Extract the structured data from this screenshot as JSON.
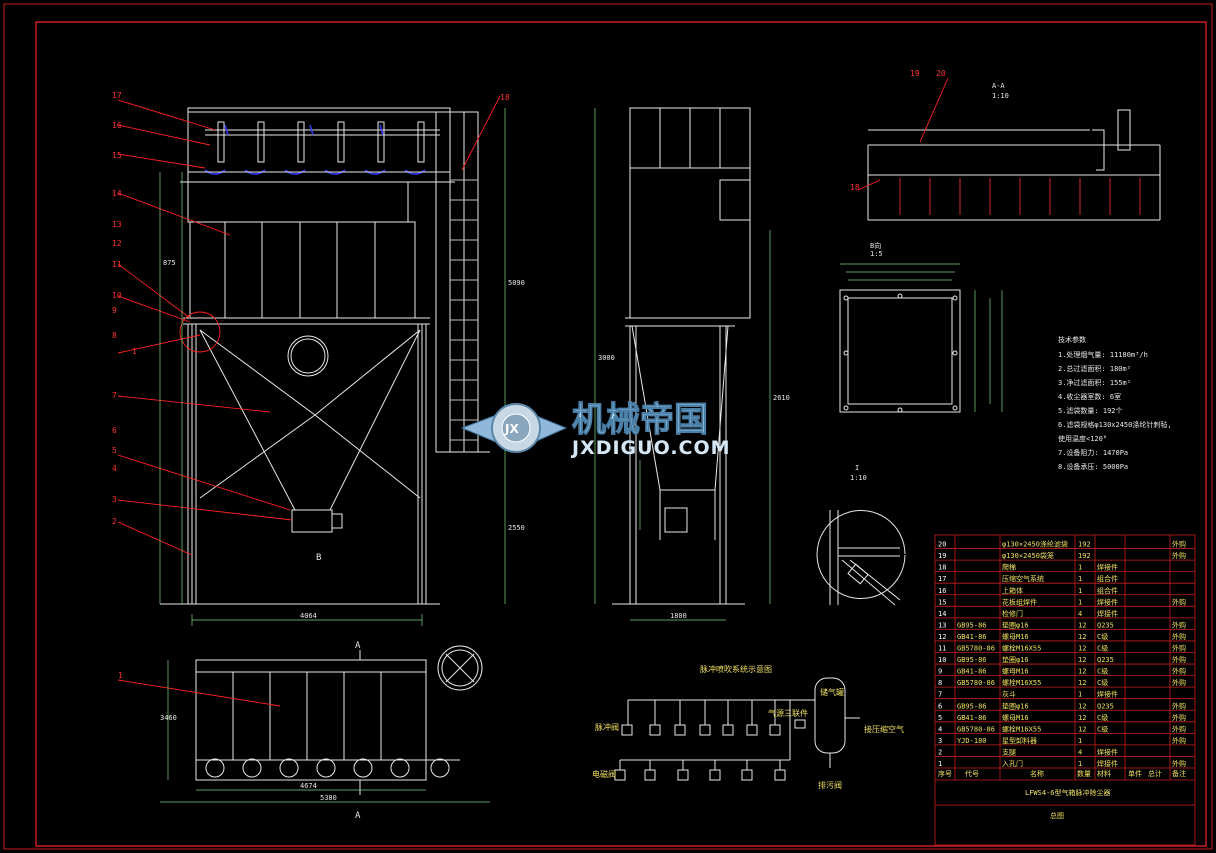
{
  "drawing": {
    "colors": {
      "background": "#000000",
      "frame_red": "#c81e1e",
      "line_white": "#e8e8e8",
      "leader_red": "#ff2020",
      "dim_green": "#7bd67b",
      "dim_yellow": "#f0e060",
      "pipe_blue": "#3a3aff",
      "cyan": "#40e0e0"
    },
    "front_view": {
      "leader_numbers": [
        "17",
        "16",
        "15",
        "14",
        "13",
        "12",
        "11",
        "10",
        "9",
        "8",
        "7",
        "6",
        "5",
        "4",
        "3",
        "2",
        "1",
        "18"
      ],
      "width_dim": "4064",
      "height_dims": [
        "5090",
        "2550",
        "875"
      ],
      "section_marker": "B"
    },
    "side_view": {
      "width_dim": "1800",
      "height_dims": [
        "3000",
        "2610"
      ]
    },
    "plan_view": {
      "width_dims": [
        "4674",
        "5380"
      ],
      "height_dim": "3460",
      "section_label_top": "A",
      "section_label_bottom": "A"
    },
    "detail_a": {
      "title": "A-A",
      "scale": "1:10",
      "leader_numbers": [
        "19",
        "20",
        "18"
      ]
    },
    "detail_b": {
      "title": "B向",
      "scale": "1:5"
    },
    "detail_i": {
      "title": "I",
      "scale": "1:10"
    },
    "tech_params": {
      "title": "技术参数",
      "items": [
        "1.处理烟气量: 11180m³/h",
        "2.总过滤面积: 180m²",
        "3.净过滤面积: 155m²",
        "4.收尘器室数: 6室",
        "5.滤袋数量: 192个",
        "6.滤袋规格φ130x2450涤纶针刺毡,",
        "  使用温度<120°",
        "7.设备阻力: 1470Pa",
        "8.设备承压: 5000Pa"
      ]
    },
    "pulse_diagram": {
      "title": "脉冲喷吹系统示意图",
      "left_label_top": "脉冲阀",
      "left_label_bottom": "电磁阀",
      "tank_label": "储气罐",
      "air_source_label": "接压缩空气",
      "triplet_label": "气源三联件",
      "drain_label": "排污阀"
    },
    "parts_table": {
      "header": [
        "序号",
        "代号",
        "名称",
        "数量",
        "材料",
        "单件",
        "总计",
        "备注"
      ],
      "rows": [
        [
          "20",
          "",
          "φ130×2450涤纶滤袋",
          "192",
          "",
          "",
          "外购"
        ],
        [
          "19",
          "",
          "φ130×2450袋笼",
          "192",
          "",
          "",
          "外购"
        ],
        [
          "18",
          "",
          "爬梯",
          "1",
          "焊接件",
          "",
          ""
        ],
        [
          "17",
          "",
          "压缩空气系统",
          "1",
          "组合件",
          "",
          ""
        ],
        [
          "16",
          "",
          "上箱体",
          "1",
          "组合件",
          "",
          ""
        ],
        [
          "15",
          "",
          "花板组焊件",
          "1",
          "焊接件",
          "",
          "外购"
        ],
        [
          "14",
          "",
          "检修门",
          "4",
          "焊接件",
          "",
          ""
        ],
        [
          "13",
          "GB95-86",
          "垫圈φ16",
          "12",
          "Q235",
          "",
          "外购"
        ],
        [
          "12",
          "GB41-86",
          "螺母M16",
          "12",
          "C级",
          "",
          "外购"
        ],
        [
          "11",
          "GB5780-86",
          "螺栓M16X55",
          "12",
          "C级",
          "",
          "外购"
        ],
        [
          "10",
          "GB95-86",
          "垫圈φ16",
          "12",
          "Q235",
          "",
          "外购"
        ],
        [
          "9",
          "GB41-86",
          "螺母M16",
          "12",
          "C级",
          "",
          "外购"
        ],
        [
          "8",
          "GB5780-86",
          "螺栓M16X55",
          "12",
          "C级",
          "",
          "外购"
        ],
        [
          "7",
          "",
          "灰斗",
          "1",
          "焊接件",
          "",
          ""
        ],
        [
          "6",
          "GB95-86",
          "垫圈φ16",
          "12",
          "Q235",
          "",
          "外购"
        ],
        [
          "5",
          "GB41-86",
          "螺母M16",
          "12",
          "C级",
          "",
          "外购"
        ],
        [
          "4",
          "GB5780-86",
          "螺栓M16X55",
          "12",
          "C级",
          "",
          "外购"
        ],
        [
          "3",
          "YJD-180",
          "星型卸料器",
          "1",
          "",
          "",
          "外购"
        ],
        [
          "2",
          "",
          "支腿",
          "4",
          "焊接件",
          "",
          ""
        ],
        [
          "1",
          "",
          "入孔门",
          "1",
          "焊接件",
          "",
          "外购"
        ]
      ],
      "title_block_name": "LFWS4-6型气箱脉冲除尘器",
      "title_block_sub": "总图"
    },
    "watermark": {
      "cn": "机械帝国",
      "en": "JXDIGUO.COM",
      "badge": "JX"
    }
  }
}
